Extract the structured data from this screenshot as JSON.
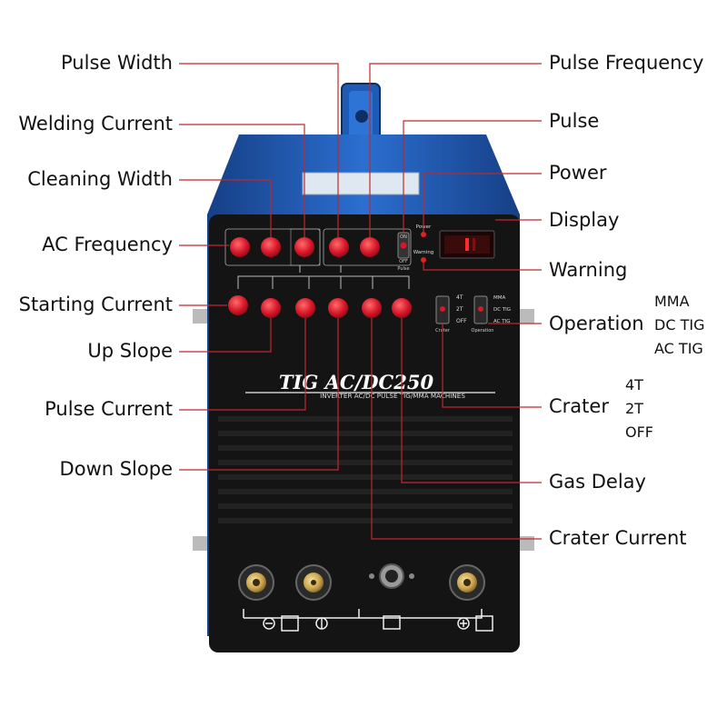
{
  "callouts": {
    "pulse_width": "Pulse Width",
    "welding_current": "Welding Current",
    "cleaning_width": "Cleaning Width",
    "ac_frequency": "AC Frequency",
    "starting_current": "Starting Current",
    "up_slope": "Up Slope",
    "pulse_current": "Pulse Current",
    "down_slope": "Down Slope",
    "pulse_frequency": "Pulse Frequency",
    "pulse": "Pulse",
    "power": "Power",
    "display": "Display",
    "warning": "Warning",
    "operation": "Operation",
    "crater": "Crater",
    "gas_delay": "Gas Delay",
    "crater_current": "Crater Current"
  },
  "operation_options": [
    "MMA",
    "DC TIG",
    "AC TIG"
  ],
  "crater_options": [
    "4T",
    "2T",
    "OFF"
  ],
  "machine": {
    "model": "TIG AC/DC250",
    "subtitle": "INVERTER AC/DC PULSE TIG/MMA MACHINES",
    "panel_power": "Power",
    "panel_warning": "Warning",
    "panel_on": "ON",
    "panel_off": "OFF",
    "panel_pulse": "Pulse",
    "switch_4t": "4T",
    "switch_2t": "2T",
    "switch_off": "OFF",
    "op_mma": "MMA",
    "op_dctig": "DC TIG",
    "op_actig": "AC TIG",
    "crater_switch_label": "Crater",
    "operation_switch_label": "Operation"
  },
  "colors": {
    "body_blue": "#1f5fb8",
    "panel_black": "#141414",
    "knob_red": "#d8182a",
    "leader_red": "#c0282d"
  }
}
